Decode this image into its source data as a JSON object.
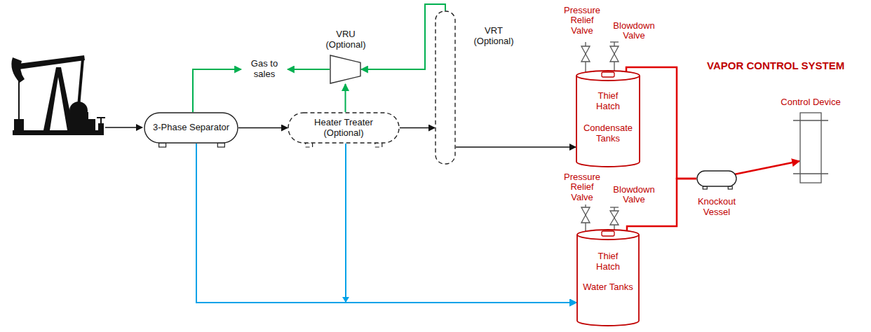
{
  "diagram": {
    "nodes": [
      {
        "text": [
          "3-Phase Separator"
        ]
      },
      {
        "text": [
          "Gas to sales"
        ]
      },
      {
        "text": [
          "VRU (Optional)"
        ]
      },
      {
        "text": [
          "Heater Treater (Optional)"
        ]
      },
      {
        "text": [
          "VRT (Optional)"
        ]
      },
      {
        "text": [
          "Thief Hatch",
          "Condensate Tanks"
        ]
      },
      {
        "text": [
          "Thief Hatch",
          "Water Tanks"
        ]
      },
      {
        "text": [
          "Knockout Vessel"
        ]
      },
      {
        "text": [
          "Control Device"
        ]
      }
    ],
    "edges": [
      {
        "from": 0,
        "to": 1,
        "arrow": "to"
      },
      {
        "from": 0,
        "to": 3,
        "arrow": "to"
      },
      {
        "from": 0,
        "to": 6,
        "arrow": "to"
      },
      {
        "from": 3,
        "to": 2,
        "arrow": "to"
      },
      {
        "from": 2,
        "to": 1,
        "arrow": "to"
      },
      {
        "from": 4,
        "to": 2,
        "arrow": "to"
      },
      {
        "from": 3,
        "to": 6,
        "arrow": "to"
      },
      {
        "from": 3,
        "to": 4,
        "arrow": "to"
      },
      {
        "from": 4,
        "to": 5,
        "arrow": "to"
      },
      {
        "from": 5,
        "to": 7,
        "arrow": "none"
      },
      {
        "from": 6,
        "to": 7,
        "arrow": "none"
      },
      {
        "from": 7,
        "to": 8,
        "arrow": "to"
      }
    ],
    "labels": [
      "Pressure Relief Valve",
      "Blowdown Valve",
      "VAPOR CONTROL SYSTEM",
      "Pressure Relief Valve",
      "Blowdown Valve"
    ]
  }
}
